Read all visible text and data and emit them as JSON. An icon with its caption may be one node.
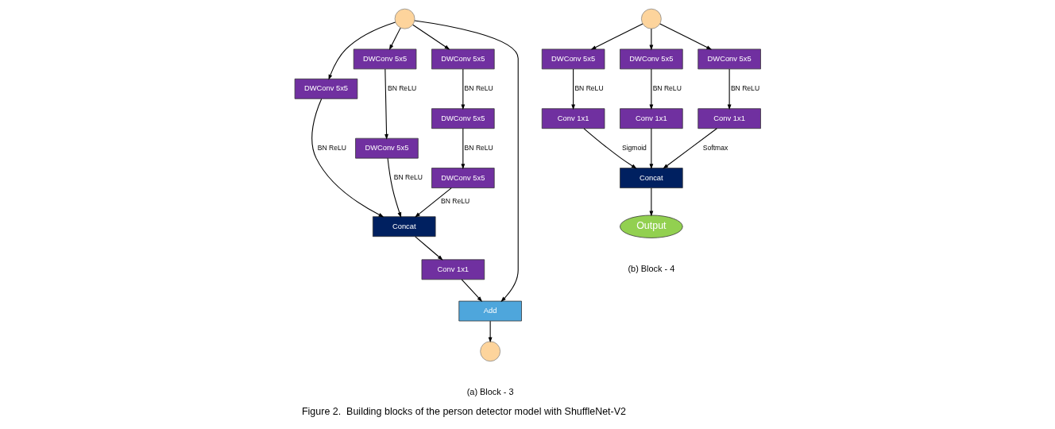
{
  "diagram": {
    "title": "Figure 2.  Building blocks of the person detector model with ShuffleNet-V2",
    "nodes": [
      {
        "text": [],
        "shape": "circle"
      },
      {
        "text": [
          "DWConv 5x5"
        ]
      },
      {
        "text": [
          "DWConv 5x5"
        ]
      },
      {
        "text": [
          "DWConv 5x5"
        ]
      },
      {
        "text": [
          "DWConv 5x5"
        ]
      },
      {
        "text": [
          "DWConv 5x5"
        ]
      },
      {
        "text": [
          "DWConv 5x5"
        ]
      },
      {
        "text": [
          "Concat"
        ]
      },
      {
        "text": [
          "Conv 1x1"
        ]
      },
      {
        "text": [
          "Add"
        ]
      },
      {
        "text": [],
        "shape": "circle"
      },
      {
        "text": [],
        "shape": "circle"
      },
      {
        "text": [
          "DWConv 5x5"
        ]
      },
      {
        "text": [
          "DWConv 5x5"
        ]
      },
      {
        "text": [
          "DWConv 5x5"
        ]
      },
      {
        "text": [
          "Conv 1x1"
        ]
      },
      {
        "text": [
          "Conv 1x1"
        ]
      },
      {
        "text": [
          "Conv 1x1"
        ]
      },
      {
        "text": [
          "Concat"
        ]
      },
      {
        "text": [
          "Output"
        ]
      }
    ],
    "edges": [
      {
        "from": 0,
        "to": 9,
        "arrow": "to"
      },
      {
        "from": 0,
        "to": 1,
        "arrow": "to"
      },
      {
        "from": 0,
        "to": 2,
        "arrow": "to"
      },
      {
        "from": 0,
        "to": 4,
        "arrow": "to"
      },
      {
        "from": 1,
        "to": 7,
        "arrow": "to",
        "label": "BN ReLU"
      },
      {
        "from": 2,
        "to": 3,
        "arrow": "to",
        "label": "BN ReLU"
      },
      {
        "from": 3,
        "to": 7,
        "arrow": "to",
        "label": "BN ReLU"
      },
      {
        "from": 4,
        "to": 5,
        "arrow": "to",
        "label": "BN ReLU"
      },
      {
        "from": 5,
        "to": 6,
        "arrow": "to",
        "label": "BN ReLU"
      },
      {
        "from": 6,
        "to": 7,
        "arrow": "to",
        "label": "BN ReLU"
      },
      {
        "from": 7,
        "to": 8,
        "arrow": "to"
      },
      {
        "from": 8,
        "to": 9,
        "arrow": "to"
      },
      {
        "from": 9,
        "to": 10,
        "arrow": "to"
      },
      {
        "from": 11,
        "to": 12,
        "arrow": "to"
      },
      {
        "from": 11,
        "to": 13,
        "arrow": "to"
      },
      {
        "from": 11,
        "to": 14,
        "arrow": "to"
      },
      {
        "from": 12,
        "to": 15,
        "arrow": "to",
        "label": "BN ReLU"
      },
      {
        "from": 13,
        "to": 16,
        "arrow": "to",
        "label": "BN ReLU"
      },
      {
        "from": 14,
        "to": 17,
        "arrow": "to",
        "label": "BN ReLU"
      },
      {
        "from": 15,
        "to": 18,
        "arrow": "to",
        "label": "Sigmoid"
      },
      {
        "from": 16,
        "to": 18,
        "arrow": "to"
      },
      {
        "from": 17,
        "to": 18,
        "arrow": "to",
        "label": "Softmax"
      },
      {
        "from": 18,
        "to": 19,
        "arrow": "to"
      }
    ],
    "labels": [
      "(a) Block - 3",
      "(b) Block - 4"
    ]
  }
}
